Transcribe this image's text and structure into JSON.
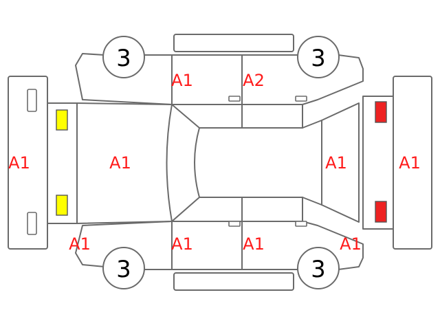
{
  "colors": {
    "line": "#6a6a6a",
    "grade_text": "#ff1a1a",
    "tire_text": "#000000",
    "fog_lamp": "#ffff00",
    "tail_lamp": "#ee2222"
  },
  "grades": {
    "front_bumper": "A1",
    "hood": "A1",
    "roof": "A1",
    "rear_bumper": "A1",
    "front_fender_left": "A1",
    "front_door_left": "A1",
    "rear_door_left": "A1",
    "rear_quarter_left": "A1",
    "front_door_right": "A1",
    "rear_door_right": "A2"
  },
  "tires": {
    "front_left": "3",
    "front_right": "3",
    "rear_left": "3",
    "rear_right": "3"
  }
}
